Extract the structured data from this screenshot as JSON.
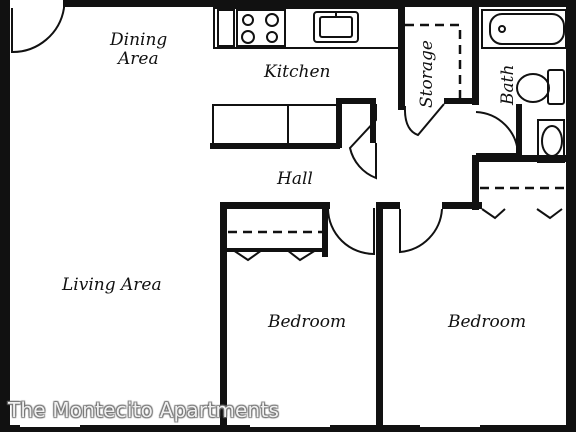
{
  "rooms": {
    "dining_line1": "Dining",
    "dining_line2": "Area",
    "kitchen": "Kitchen",
    "storage": "Storage",
    "bath": "Bath",
    "hall": "Hall",
    "living": "Living Area",
    "bedroom_left": "Bedroom",
    "bedroom_right": "Bedroom"
  },
  "watermark": "The Montecito Apartments"
}
